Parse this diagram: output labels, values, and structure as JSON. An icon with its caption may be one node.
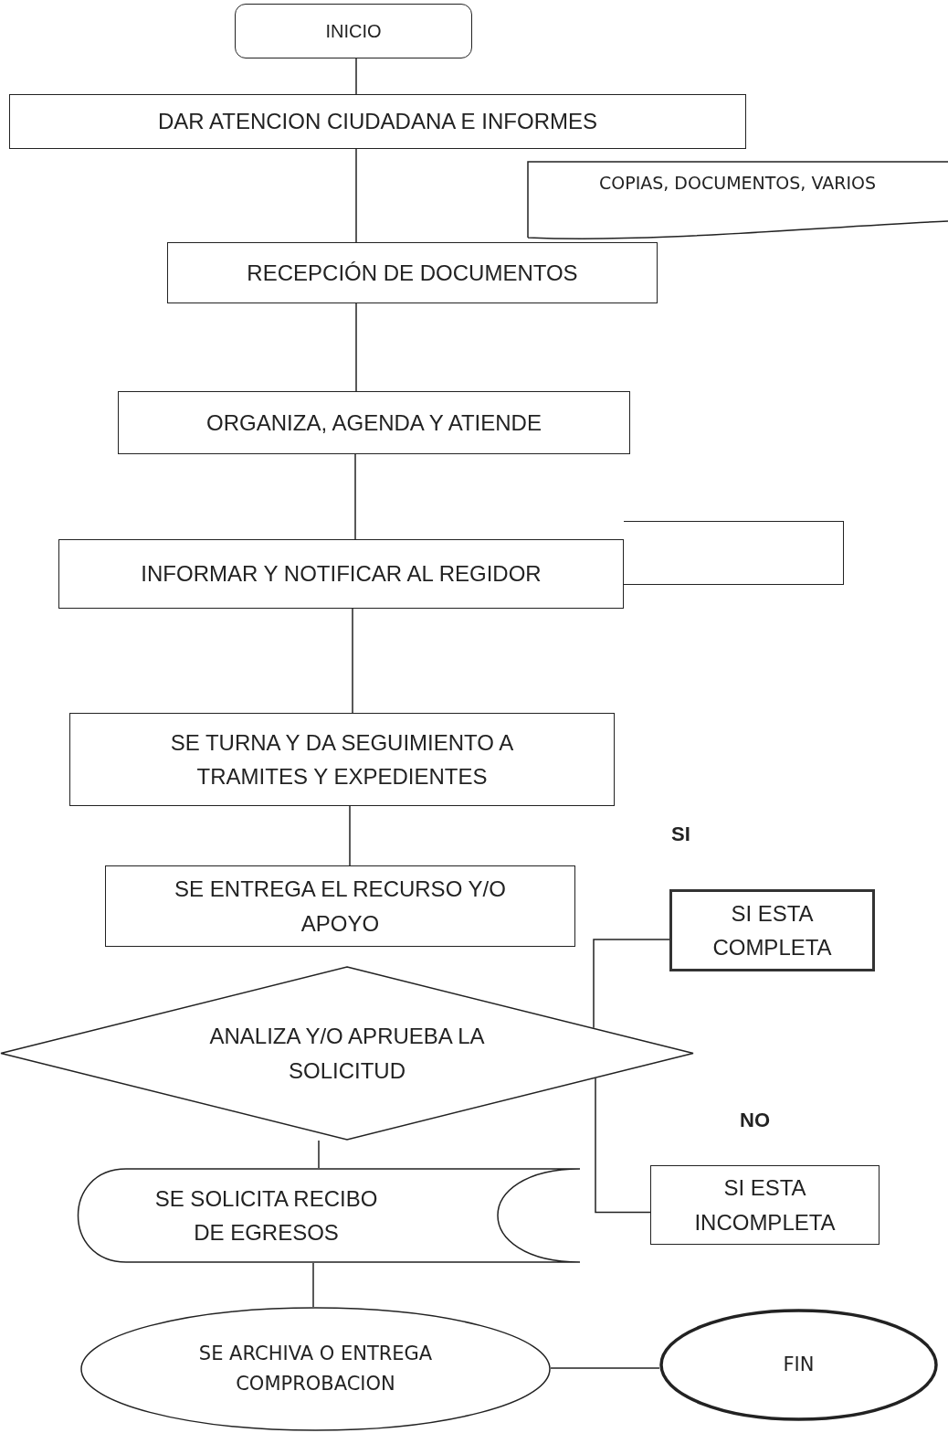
{
  "diagram": {
    "nodes": [
      {
        "text": [
          "INICIO"
        ]
      },
      {
        "text": [
          "DAR ATENCION CIUDADANA E INFORMES"
        ]
      },
      {
        "text": [
          "COPIAS, DOCUMENTOS, VARIOS"
        ]
      },
      {
        "text": [
          "RECEPCIÓN DE DOCUMENTOS"
        ]
      },
      {
        "text": [
          "ORGANIZA, AGENDA Y ATIENDE"
        ]
      },
      {
        "text": [],
        "shape": "box"
      },
      {
        "text": [
          "INFORMAR Y NOTIFICAR AL REGIDOR"
        ]
      },
      {
        "text": [
          "SE TURNA Y DA SEGUIMIENTO A TRAMITES Y EXPEDIENTES"
        ]
      },
      {
        "text": [
          "SE ENTREGA EL RECURSO Y/O APOYO"
        ]
      },
      {
        "text": [
          "SI ESTA COMPLETA"
        ]
      },
      {
        "text": [
          "ANALIZA Y/O APRUEBA LA SOLICITUD"
        ]
      },
      {
        "text": [
          "SE SOLICITA RECIBO DE EGRESOS"
        ]
      },
      {
        "text": [
          "SI ESTA INCOMPLETA"
        ]
      },
      {
        "text": [
          "SE ARCHIVA O ENTREGA COMPROBACION"
        ]
      },
      {
        "text": [
          "FIN"
        ]
      }
    ],
    "edges": [
      {
        "from": 0,
        "to": 1,
        "arrow": "none"
      },
      {
        "from": 1,
        "to": 3,
        "arrow": "none"
      },
      {
        "from": 3,
        "to": 4,
        "arrow": "none"
      },
      {
        "from": 4,
        "to": 6,
        "arrow": "none"
      },
      {
        "from": 6,
        "to": 7,
        "arrow": "none"
      },
      {
        "from": 7,
        "to": 8,
        "arrow": "none"
      },
      {
        "from": 10,
        "to": 9,
        "arrow": "none"
      },
      {
        "from": 10,
        "to": 12,
        "arrow": "none"
      },
      {
        "from": 10,
        "to": 11,
        "arrow": "none"
      },
      {
        "from": 11,
        "to": 13,
        "arrow": "none"
      },
      {
        "from": 13,
        "to": 14,
        "arrow": "none"
      }
    ],
    "labels": [
      "SI",
      "NO"
    ]
  }
}
